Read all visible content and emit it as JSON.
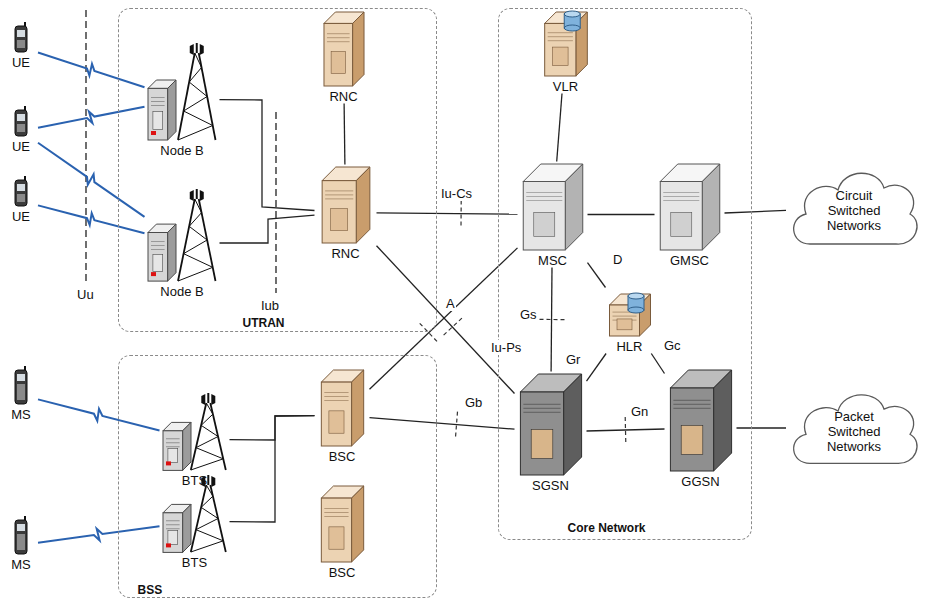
{
  "diagram": {
    "nodes": [
      {
        "text": [
          "UE"
        ]
      },
      {
        "text": [
          "UE"
        ]
      },
      {
        "text": [
          "UE"
        ]
      },
      {
        "text": [
          "UTRAN"
        ]
      },
      {
        "text": [
          "Node B"
        ],
        "in": 3
      },
      {
        "text": [
          "RNC"
        ],
        "in": 3
      },
      {
        "text": [
          "RNC"
        ],
        "in": 3
      },
      {
        "text": [
          "Node B"
        ],
        "in": 3
      },
      {
        "text": [
          "Core Network"
        ]
      },
      {
        "text": [
          "VLR"
        ],
        "in": 8
      },
      {
        "text": [
          "MSC"
        ],
        "in": 8
      },
      {
        "text": [
          "GMSC"
        ],
        "in": 8
      },
      {
        "text": [
          "HLR"
        ],
        "in": 8
      },
      {
        "text": [
          "SGSN"
        ],
        "in": 8
      },
      {
        "text": [
          "GGSN"
        ],
        "in": 8
      },
      {
        "text": [
          "Circuit Switched Networks"
        ]
      },
      {
        "text": [
          "Packet Switched Networks"
        ]
      },
      {
        "text": [
          "MS"
        ]
      },
      {
        "text": [
          "MS"
        ]
      },
      {
        "text": [
          "BSS"
        ]
      },
      {
        "text": [
          "BTS"
        ],
        "in": 19
      },
      {
        "text": [
          "BSC"
        ],
        "in": 19
      },
      {
        "text": [
          "BSC"
        ],
        "in": 19
      },
      {
        "text": [
          "BTS"
        ],
        "in": 19
      }
    ],
    "edges": [
      {
        "from": 0,
        "to": 4,
        "arrow": "none"
      },
      {
        "from": 1,
        "to": 4,
        "arrow": "none"
      },
      {
        "from": 1,
        "to": 7,
        "arrow": "none"
      },
      {
        "from": 2,
        "to": 7,
        "arrow": "none"
      },
      {
        "from": 4,
        "to": 6,
        "arrow": "none"
      },
      {
        "from": 7,
        "to": 6,
        "arrow": "none"
      },
      {
        "from": 5,
        "to": 6,
        "arrow": "none"
      },
      {
        "from": 6,
        "to": 10,
        "label": "Iu-Cs",
        "arrow": "none"
      },
      {
        "from": 6,
        "to": 13,
        "label": "Iu-Ps",
        "arrow": "none"
      },
      {
        "from": 9,
        "to": 10,
        "arrow": "none"
      },
      {
        "from": 10,
        "to": 11,
        "arrow": "none"
      },
      {
        "from": 11,
        "to": 15,
        "arrow": "none"
      },
      {
        "from": 10,
        "to": 12,
        "label": "D",
        "arrow": "none"
      },
      {
        "from": 10,
        "to": 13,
        "label": "Gs",
        "arrow": "none"
      },
      {
        "from": 13,
        "to": 12,
        "label": "Gr",
        "arrow": "none"
      },
      {
        "from": 14,
        "to": 12,
        "label": "Gc",
        "arrow": "none"
      },
      {
        "from": 13,
        "to": 14,
        "label": "Gn",
        "arrow": "none"
      },
      {
        "from": 14,
        "to": 16,
        "arrow": "none"
      },
      {
        "from": 17,
        "to": 20,
        "arrow": "none"
      },
      {
        "from": 18,
        "to": 23,
        "arrow": "none"
      },
      {
        "from": 20,
        "to": 21,
        "arrow": "none"
      },
      {
        "from": 23,
        "to": 21,
        "arrow": "none"
      },
      {
        "from": 21,
        "to": 10,
        "label": "A",
        "arrow": "none"
      },
      {
        "from": 21,
        "to": 13,
        "label": "Gb",
        "arrow": "none"
      }
    ],
    "labels": [
      "Uu",
      "Iub"
    ]
  }
}
